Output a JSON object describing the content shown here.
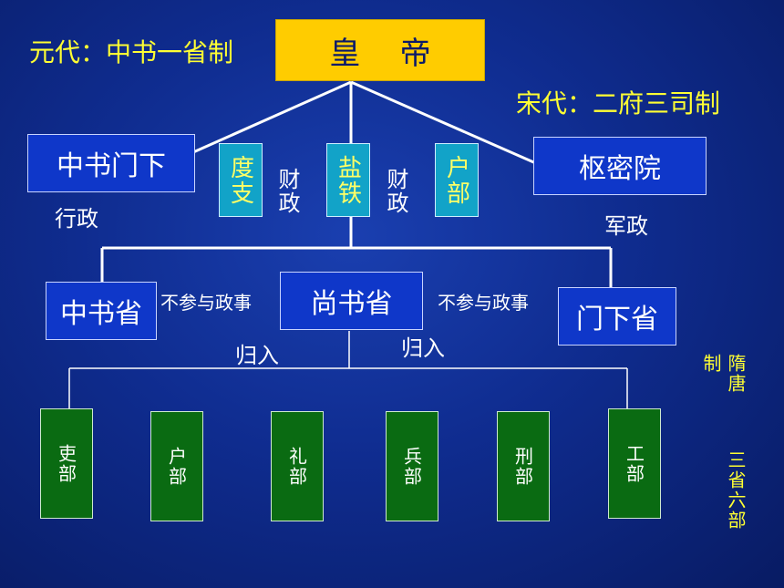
{
  "emperor": "皇    帝",
  "yuan_label": "元代：中书一省制",
  "song_label": "宋代：二府三司制",
  "song": {
    "zhongshu_menxia": "中书门下",
    "duzhi": "度支",
    "yantie": "盐铁",
    "hubu": "户部",
    "shumiyuan": "枢密院",
    "xingzheng": "行政",
    "caizheng1": "财政",
    "caizheng2": "财政",
    "junzheng": "军政"
  },
  "tang": {
    "zhongshusheng": "中书省",
    "shangshusheng": "尚书省",
    "menxiasheng": "门下省",
    "not_participate_left": "不参与政事",
    "not_participate_right": "不参与政事",
    "guiru_left": "归入",
    "guiru_right": "归入"
  },
  "six_ministries": [
    "吏部",
    "户部",
    "礼部",
    "兵部",
    "刑部",
    "工部"
  ],
  "side_note": {
    "col1": "制",
    "col2": "隋唐",
    "col3": "三省六部"
  }
}
